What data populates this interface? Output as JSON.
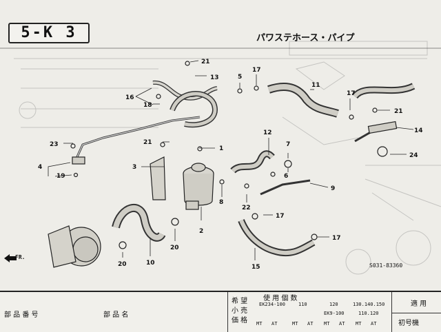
{
  "header": {
    "section_code": "5-K 3",
    "title": "パワステホース・パイプ"
  },
  "diagram": {
    "figure_ref": "S031-83360",
    "front_label": "FR.",
    "callouts": [
      {
        "id": "c1",
        "label": "1"
      },
      {
        "id": "c2",
        "label": "2"
      },
      {
        "id": "c3",
        "label": "3"
      },
      {
        "id": "c4",
        "label": "4"
      },
      {
        "id": "c5",
        "label": "5"
      },
      {
        "id": "c6",
        "label": "6"
      },
      {
        "id": "c7",
        "label": "7"
      },
      {
        "id": "c8",
        "label": "8"
      },
      {
        "id": "c9",
        "label": "9"
      },
      {
        "id": "c10",
        "label": "10"
      },
      {
        "id": "c11",
        "label": "11"
      },
      {
        "id": "c12",
        "label": "12"
      },
      {
        "id": "c13",
        "label": "13"
      },
      {
        "id": "c14",
        "label": "14"
      },
      {
        "id": "c15",
        "label": "15"
      },
      {
        "id": "c16",
        "label": "16"
      },
      {
        "id": "c17a",
        "label": "17"
      },
      {
        "id": "c17b",
        "label": "17"
      },
      {
        "id": "c17c",
        "label": "17"
      },
      {
        "id": "c17d",
        "label": "17"
      },
      {
        "id": "c18",
        "label": "18"
      },
      {
        "id": "c19",
        "label": "19"
      },
      {
        "id": "c20a",
        "label": "20"
      },
      {
        "id": "c20b",
        "label": "20"
      },
      {
        "id": "c21a",
        "label": "21"
      },
      {
        "id": "c21b",
        "label": "21"
      },
      {
        "id": "c21c",
        "label": "21"
      },
      {
        "id": "c22",
        "label": "22"
      },
      {
        "id": "c23",
        "label": "23"
      },
      {
        "id": "c24",
        "label": "24"
      }
    ]
  },
  "table": {
    "part_number_header": "部 品 番 号",
    "part_name_header": "部 品 名",
    "usage_header": "使 用 個 数",
    "desire_label": "希 望",
    "retail_label": "小 売",
    "price_label": "価 格",
    "model_ek234": "EK234-100",
    "col_110": "110",
    "col_120": "120",
    "col_130": "130.140.150",
    "model_ek9": "EK9-100",
    "col_110_120": "110.120",
    "applicable_header": "適 用",
    "first_model_label": "初号機",
    "transmissions": [
      "MT",
      "AT",
      "MT",
      "AT",
      "MT",
      "AT",
      "MT",
      "AT"
    ]
  }
}
